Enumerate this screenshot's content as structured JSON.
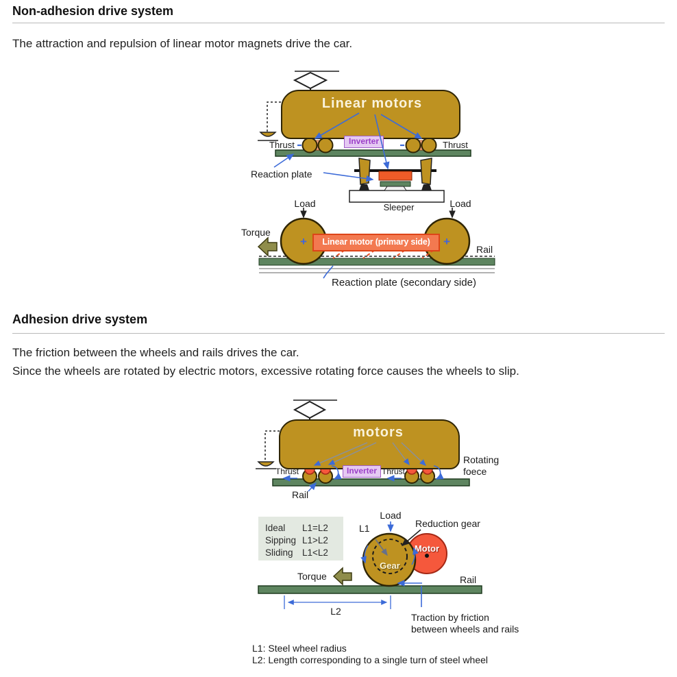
{
  "page": {
    "section1": {
      "heading": "Non-adhesion drive system",
      "description": "The attraction and repulsion of linear motor magnets drive the car."
    },
    "section2": {
      "heading": "Adhesion drive system",
      "description_line1": "The friction between the wheels and rails drives the car.",
      "description_line2": "Since the wheels are rotated by electric motors, excessive rotating force causes the wheels to slip."
    }
  },
  "diagram1": {
    "car_label": "Linear motors",
    "inverter_label": "Inverter",
    "thrust_left": "Thrust",
    "thrust_right": "Thrust",
    "reaction_plate_label": "Reaction plate",
    "sleeper_label": "Sleeper",
    "load_left": "Load",
    "load_right": "Load",
    "torque_label": "Torque",
    "plus_symbol": "+",
    "linear_motor_label": "Linear motor (primary side)",
    "rail_label": "Rail",
    "secondary_label": "Reaction plate (secondary side)"
  },
  "diagram2": {
    "car_label": "motors",
    "inverter_label": "Inverter",
    "thrust_left": "Thrust",
    "thrust_right": "Thrust",
    "rotating_force_line1": "Rotating",
    "rotating_force_line2": "foece",
    "rail_label_top": "Rail",
    "conditions": [
      {
        "name": "Ideal",
        "formula": "L1=L2"
      },
      {
        "name": "Sipping",
        "formula": "L1>L2"
      },
      {
        "name": "Sliding",
        "formula": "L1<L2"
      }
    ],
    "load_label": "Load",
    "l1_label": "L1",
    "reduction_gear_label": "Reduction gear",
    "gear_label": "Gear",
    "motor_label": "Motor",
    "torque_label": "Torque",
    "rail_label_bottom": "Rail",
    "l2_label": "L2",
    "traction_line1": "Traction by friction",
    "traction_line2": "between wheels and rails",
    "legend_l1": "L1: Steel wheel radius",
    "legend_l2": "L2: Length corresponding to a single turn of steel wheel"
  },
  "colors": {
    "gold": "#BE9221",
    "rail-green": "#5E8560",
    "motor-red": "#F5583C",
    "orange-plate": "#EF5B28",
    "arrow-blue": "#3C6BD8",
    "olive": "#8F8D4B",
    "inverter-purple": "#9B3FC8"
  }
}
